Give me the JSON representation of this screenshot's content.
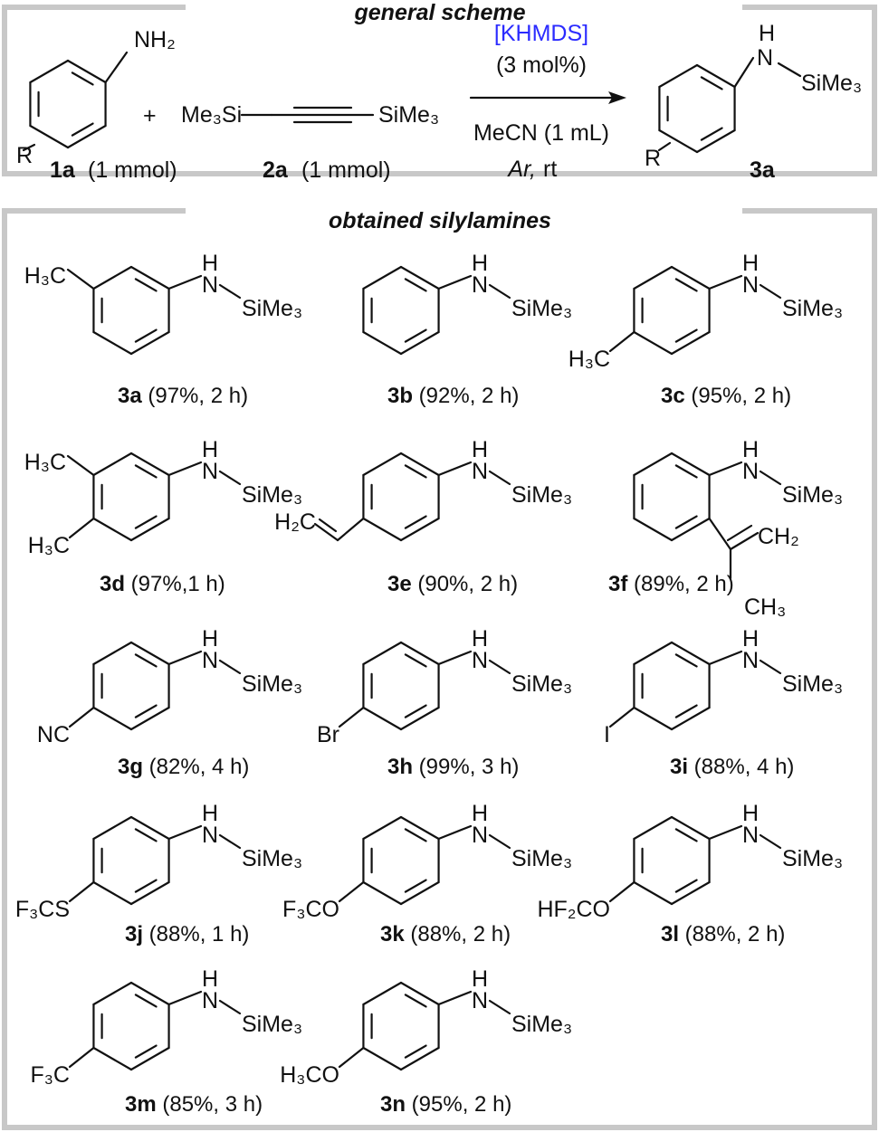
{
  "general_scheme": {
    "title": "general scheme",
    "reactant1": {
      "substituent": "NH₂",
      "r_group": "R",
      "id": "1a",
      "amount": "(1 mmol)"
    },
    "plus": "+",
    "reactant2": {
      "left": "Me₃Si",
      "right": "SiMe₃",
      "id": "2a",
      "amount": "(1 mmol)"
    },
    "conditions": {
      "catalyst": "[KHMDS]",
      "loading": "(3 mol%)",
      "solvent": "MeCN (1 mL)",
      "atmosphere": "Ar,",
      "temperature": "rt",
      "catalyst_color": "#2b2bff"
    },
    "product": {
      "h": "H",
      "n": "N",
      "silyl": "SiMe₃",
      "r_group": "R",
      "id": "3a"
    }
  },
  "products_section": {
    "title": "obtained silylamines",
    "amine": {
      "h": "H",
      "n": "N",
      "silyl": "SiMe₃"
    },
    "compounds": [
      {
        "id": "3a",
        "yield": "(97%, 2 h)",
        "type": "meta",
        "subs": [
          "H₃C"
        ]
      },
      {
        "id": "3b",
        "yield": "(92%, 2 h)",
        "type": "none",
        "subs": []
      },
      {
        "id": "3c",
        "yield": "(95%, 2 h)",
        "type": "para",
        "subs": [
          "H₃C"
        ]
      },
      {
        "id": "3d",
        "yield": "(97%,1 h)",
        "type": "meta-para",
        "subs": [
          "H₃C",
          "H₃C"
        ]
      },
      {
        "id": "3e",
        "yield": "(90%, 2 h)",
        "type": "vinyl",
        "subs": [
          "H₂C"
        ]
      },
      {
        "id": "3f",
        "yield": "(89%, 2 h)",
        "type": "isopropenyl",
        "subs": [
          "CH₂",
          "CH₃"
        ]
      },
      {
        "id": "3g",
        "yield": "(82%, 4 h)",
        "type": "para",
        "subs": [
          "NC"
        ]
      },
      {
        "id": "3h",
        "yield": "(99%, 3 h)",
        "type": "para",
        "subs": [
          "Br"
        ]
      },
      {
        "id": "3i",
        "yield": "(88%, 4 h)",
        "type": "para",
        "subs": [
          "I"
        ]
      },
      {
        "id": "3j",
        "yield": "(88%, 1 h)",
        "type": "para",
        "subs": [
          "F₃CS"
        ]
      },
      {
        "id": "3k",
        "yield": "(88%, 2 h)",
        "type": "para",
        "subs": [
          "F₃CO"
        ]
      },
      {
        "id": "3l",
        "yield": "(88%, 2 h)",
        "type": "para",
        "subs": [
          "HF₂CO"
        ]
      },
      {
        "id": "3m",
        "yield": "(85%, 3 h)",
        "type": "para",
        "subs": [
          "F₃C"
        ]
      },
      {
        "id": "3n",
        "yield": "(95%, 2 h)",
        "type": "para",
        "subs": [
          "H₃CO"
        ]
      }
    ]
  }
}
